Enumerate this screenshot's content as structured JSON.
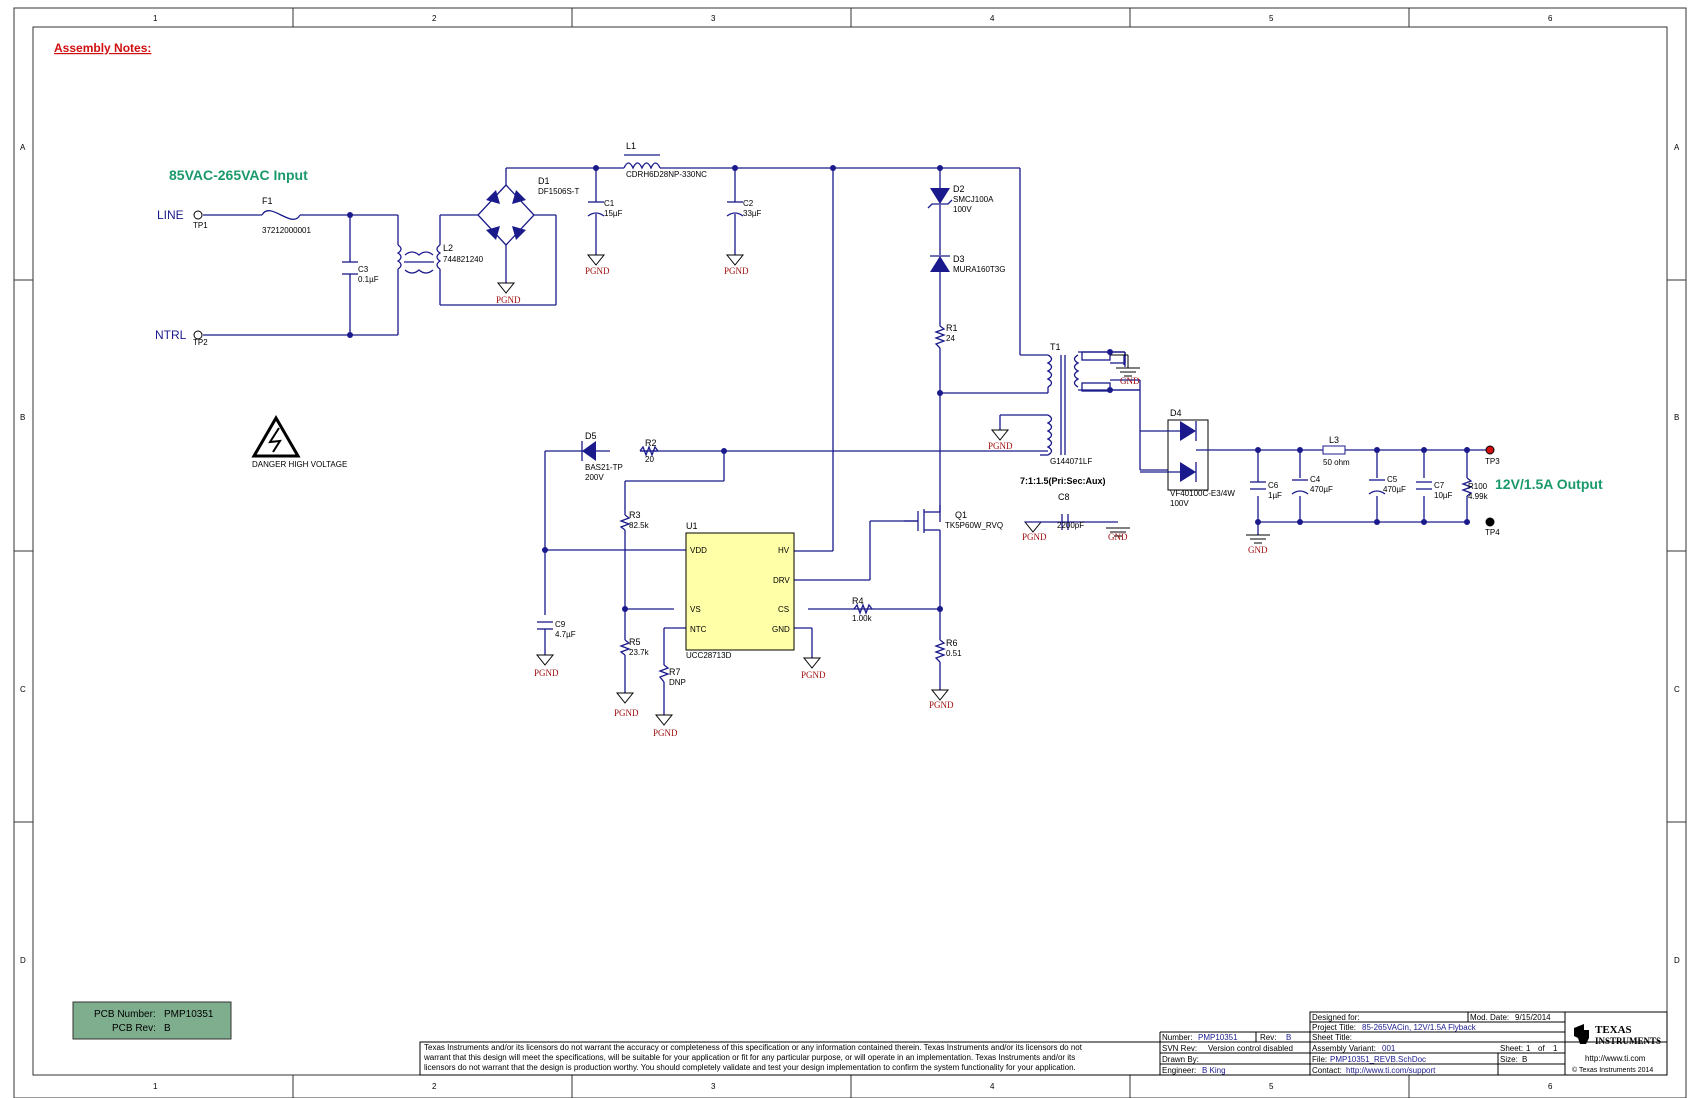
{
  "frame": {
    "col_labels": [
      "1",
      "2",
      "3",
      "4",
      "5",
      "6"
    ],
    "row_labels": [
      "A",
      "B",
      "C",
      "D"
    ]
  },
  "notes": {
    "assembly": "Assembly Notes:"
  },
  "titles": {
    "input": "85VAC-265VAC Input",
    "output": "12V/1.5A Output"
  },
  "warning": {
    "text": "DANGER HIGH VOLTAGE",
    "icon": "high-voltage-warning-icon"
  },
  "nets": {
    "line": "LINE",
    "ntrl": "NTRL",
    "pgnd": "PGND",
    "gnd": "GND"
  },
  "testpoints": {
    "tp1": "TP1",
    "tp2": "TP2",
    "tp3": "TP3",
    "tp4": "TP4"
  },
  "components": {
    "F1": {
      "ref": "F1",
      "value": "37212000001"
    },
    "C3": {
      "ref": "C3",
      "value": "0.1µF"
    },
    "L2": {
      "ref": "L2",
      "value": "744821240"
    },
    "D1": {
      "ref": "D1",
      "value": "DF1506S-T"
    },
    "L1": {
      "ref": "L1",
      "value": "CDRH6D28NP-330NC"
    },
    "C1": {
      "ref": "C1",
      "value": "15µF"
    },
    "C2": {
      "ref": "C2",
      "value": "33µF"
    },
    "D2": {
      "ref": "D2",
      "value": "SMCJ100A",
      "rating": "100V"
    },
    "D3": {
      "ref": "D3",
      "value": "MURA160T3G"
    },
    "R1": {
      "ref": "R1",
      "value": "24"
    },
    "T1": {
      "ref": "T1",
      "value": "G144071LF",
      "ratio": "7:1:1.5(Pri:Sec:Aux)"
    },
    "D5": {
      "ref": "D5",
      "value": "BAS21-TP",
      "rating": "200V"
    },
    "R2": {
      "ref": "R2",
      "value": "20"
    },
    "R3": {
      "ref": "R3",
      "value": "82.5k"
    },
    "U1": {
      "ref": "U1",
      "value": "UCC28713D",
      "pins": {
        "vdd": "VDD",
        "vs": "VS",
        "ntc": "NTC",
        "hv": "HV",
        "drv": "DRV",
        "cs": "CS",
        "gnd": "GND"
      }
    },
    "Q1": {
      "ref": "Q1",
      "value": "TK5P60W_RVQ"
    },
    "C8": {
      "ref": "C8",
      "value": "2200pF"
    },
    "R4": {
      "ref": "R4",
      "value": "1.00k"
    },
    "R5": {
      "ref": "R5",
      "value": "23.7k"
    },
    "R6": {
      "ref": "R6",
      "value": "0.51"
    },
    "R7": {
      "ref": "R7",
      "value": "DNP"
    },
    "C9": {
      "ref": "C9",
      "value": "4.7µF"
    },
    "D4": {
      "ref": "D4",
      "value": "VF40100C-E3/4W",
      "rating": "100V"
    },
    "L3": {
      "ref": "L3",
      "value": "50 ohm"
    },
    "C6": {
      "ref": "C6",
      "value": "1µF"
    },
    "C4": {
      "ref": "C4",
      "value": "470µF"
    },
    "C5": {
      "ref": "C5",
      "value": "470µF"
    },
    "C7": {
      "ref": "C7",
      "value": "10µF"
    },
    "R100": {
      "ref": "R100",
      "value": "4.99k"
    }
  },
  "pcb_box": {
    "number_label": "PCB Number:",
    "number": "PMP10351",
    "rev_label": "PCB Rev:",
    "rev": "B"
  },
  "title_block": {
    "disclaimer": [
      "Texas Instruments and/or its licensors do not warrant the accuracy or completeness of this specification or any information contained therein. Texas Instruments and/or its licensors do not",
      "warrant that this design will meet the specifications, will be suitable for your application or fit for any particular purpose, or will operate in an implementation. Texas Instruments and/or its",
      "licensors do not warrant that the design is production worthy. You should completely validate and test your design implementation to confirm the system functionality for your application."
    ],
    "designed_for_label": "Designed for:",
    "mod_date_label": "Mod. Date:",
    "mod_date": "9/15/2014",
    "project_title_label": "Project Title:",
    "project_title": "85-265VACin, 12V/1.5A Flyback",
    "sheet_title_label": "Sheet Title:",
    "number_label": "Number:",
    "number": "PMP10351",
    "rev_label": "Rev:",
    "rev": "B",
    "assembly_variant_label": "Assembly Variant:",
    "assembly_variant": "001",
    "svn_rev_label": "SVN Rev:",
    "svn_rev": "Version control disabled",
    "sheet_label": "Sheet:",
    "sheet": "1",
    "of_label": "of",
    "sheet_total": "1",
    "drawn_by_label": "Drawn By:",
    "file_label": "File:",
    "file": "PMP10351_REVB.SchDoc",
    "size_label": "Size:",
    "size": "B",
    "engineer_label": "Engineer:",
    "engineer": "B King",
    "contact_label": "Contact:",
    "contact": "http://www.ti.com/support",
    "company_line1": "TEXAS",
    "company_line2": "INSTRUMENTS",
    "url": "http://www.ti.com",
    "copyright": "© Texas Instruments  2014"
  },
  "colors": {
    "wire": "#1a1a8c",
    "label_green": "#1a9a6a",
    "pgnd_red": "#a01010",
    "note_red": "#d01010",
    "ic_fill": "#ffffa8",
    "pcb_box_fill": "#7fae8f"
  }
}
